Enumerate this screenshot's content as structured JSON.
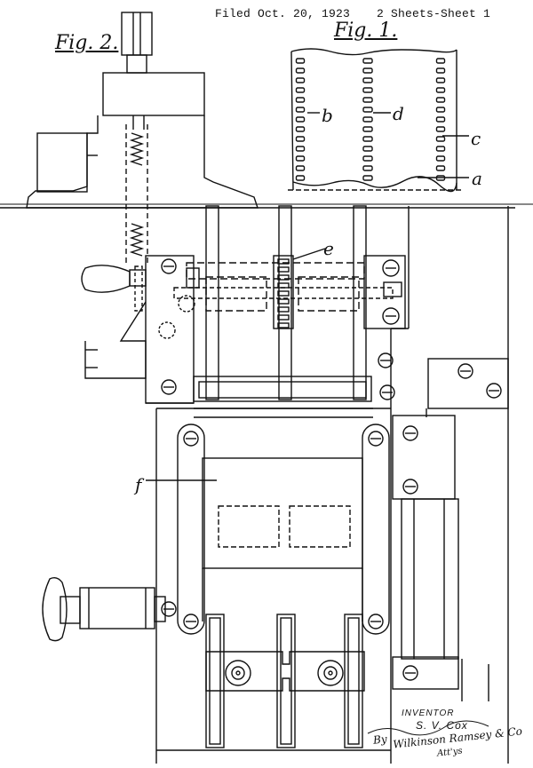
{
  "header": {
    "filed": "Filed Oct. 20, 1923",
    "sheets": "2 Sheets-Sheet 1"
  },
  "figures": {
    "fig1": "Fig. 1.",
    "fig2": "Fig. 2."
  },
  "references": {
    "a": "a",
    "b": "b",
    "c": "c",
    "d": "d",
    "e": "e",
    "f": "f"
  },
  "inventor": {
    "label": "INVENTOR",
    "name": "S. V. Cox",
    "by": "By",
    "attorney_signature": "Wilkinson Ramsey & Co",
    "attys": "Att'ys"
  }
}
